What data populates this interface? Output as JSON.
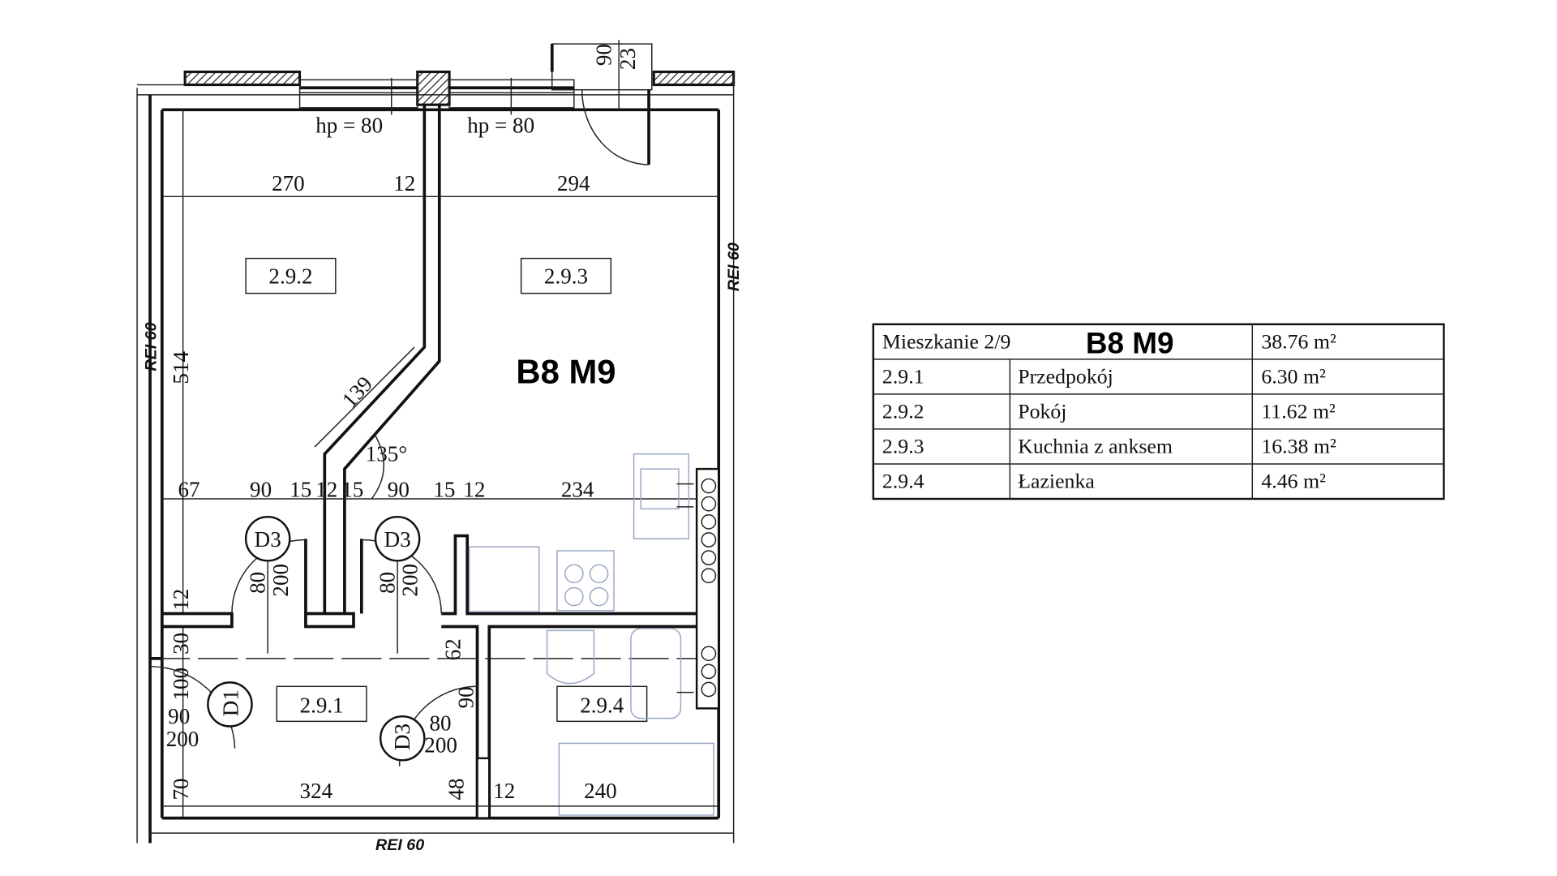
{
  "plan": {
    "apartment_label": "B8 M9",
    "rooms": [
      "2.9.1",
      "2.9.2",
      "2.9.3",
      "2.9.4"
    ],
    "window_heights": [
      "hp = 80",
      "hp = 80"
    ],
    "fire_rating": "REI 60",
    "top_dims": [
      "270",
      "12",
      "294"
    ],
    "mid_dims": [
      "67",
      "90",
      "15",
      "12",
      "15",
      "90",
      "15",
      "12",
      "234"
    ],
    "bottom_dims": [
      "324",
      "48",
      "12",
      "240"
    ],
    "vertical_dims": {
      "height": "514",
      "d12": "12",
      "d30": "30",
      "d100": "100",
      "d70": "70",
      "d62": "62",
      "d90": "90"
    },
    "diagonal_length": "139",
    "angle": "135°",
    "balcony_dims": [
      "90",
      "23"
    ],
    "doors": [
      {
        "tag": "D3",
        "width": "80",
        "height": "200"
      },
      {
        "tag": "D3",
        "width": "80",
        "height": "200"
      },
      {
        "tag": "D3",
        "width": "80",
        "height": "200"
      },
      {
        "tag": "D1",
        "width": "90",
        "height": "200"
      }
    ]
  },
  "table": {
    "header": {
      "label": "Mieszkanie 2/9",
      "code": "B8 M9",
      "area": "38.76 m²"
    },
    "rows": [
      {
        "id": "2.9.1",
        "name": "Przedpokój",
        "area": "6.30 m²"
      },
      {
        "id": "2.9.2",
        "name": "Pokój",
        "area": "11.62 m²"
      },
      {
        "id": "2.9.3",
        "name": "Kuchnia z anksem",
        "area": "16.38 m²"
      },
      {
        "id": "2.9.4",
        "name": "Łazienka",
        "area": "4.46 m²"
      }
    ]
  }
}
